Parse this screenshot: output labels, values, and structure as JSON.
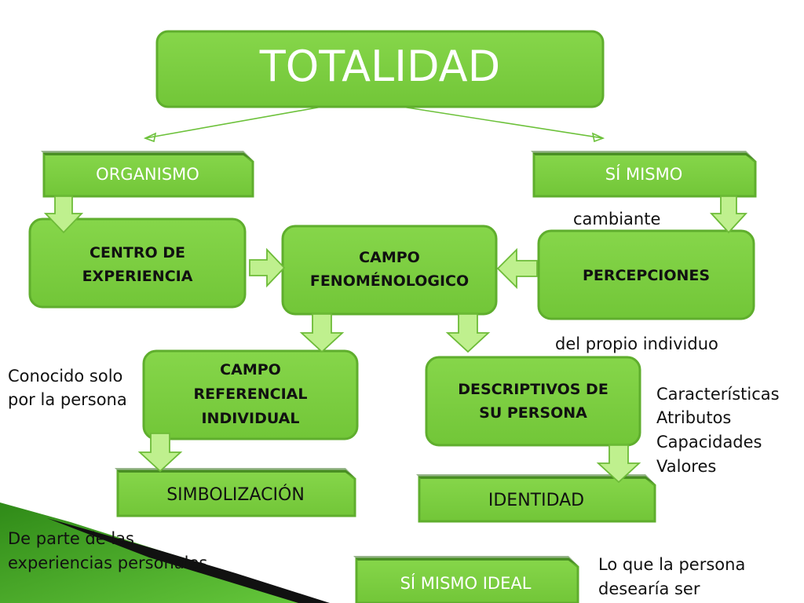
{
  "nodes": {
    "totalidad": "TOTALIDAD",
    "organismo": "ORGANISMO",
    "si_mismo": "SÍ MISMO",
    "centro_line1": "CENTRO DE",
    "centro_line2": "EXPERIENCIA",
    "campo_fen_line1": "CAMPO",
    "campo_fen_line2": "FENOMÉNOLOGICO",
    "percepciones": "PERCEPCIONES",
    "campo_ref_line1": "CAMPO",
    "campo_ref_line2": "REFERENCIAL",
    "campo_ref_line3": "INDIVIDUAL",
    "descriptivos_line1": "DESCRIPTIVOS DE",
    "descriptivos_line2": "SU PERSONA",
    "simbolizacion": "SIMBOLIZACIÓN",
    "identidad": "IDENTIDAD",
    "si_mismo_ideal": "SÍ MISMO  IDEAL"
  },
  "notes": {
    "cambiante": "cambiante",
    "del_propio": "del propio individuo",
    "conocido_line1": "Conocido solo",
    "conocido_line2": "por la persona",
    "caracteristicas": "Características",
    "atributos": "Atributos",
    "capacidades": "Capacidades",
    "valores": "Valores",
    "de_parte_line1": "De parte de las",
    "de_parte_line2": "experiencias personales",
    "lo_que_line1": "Lo que la persona",
    "lo_que_line2": "desearía ser"
  },
  "colors": {
    "box_fill": "#7ed13f",
    "box_border": "#5fae2d",
    "arrow_fill": "#bff08e",
    "decor_green": "#3f9e22"
  }
}
